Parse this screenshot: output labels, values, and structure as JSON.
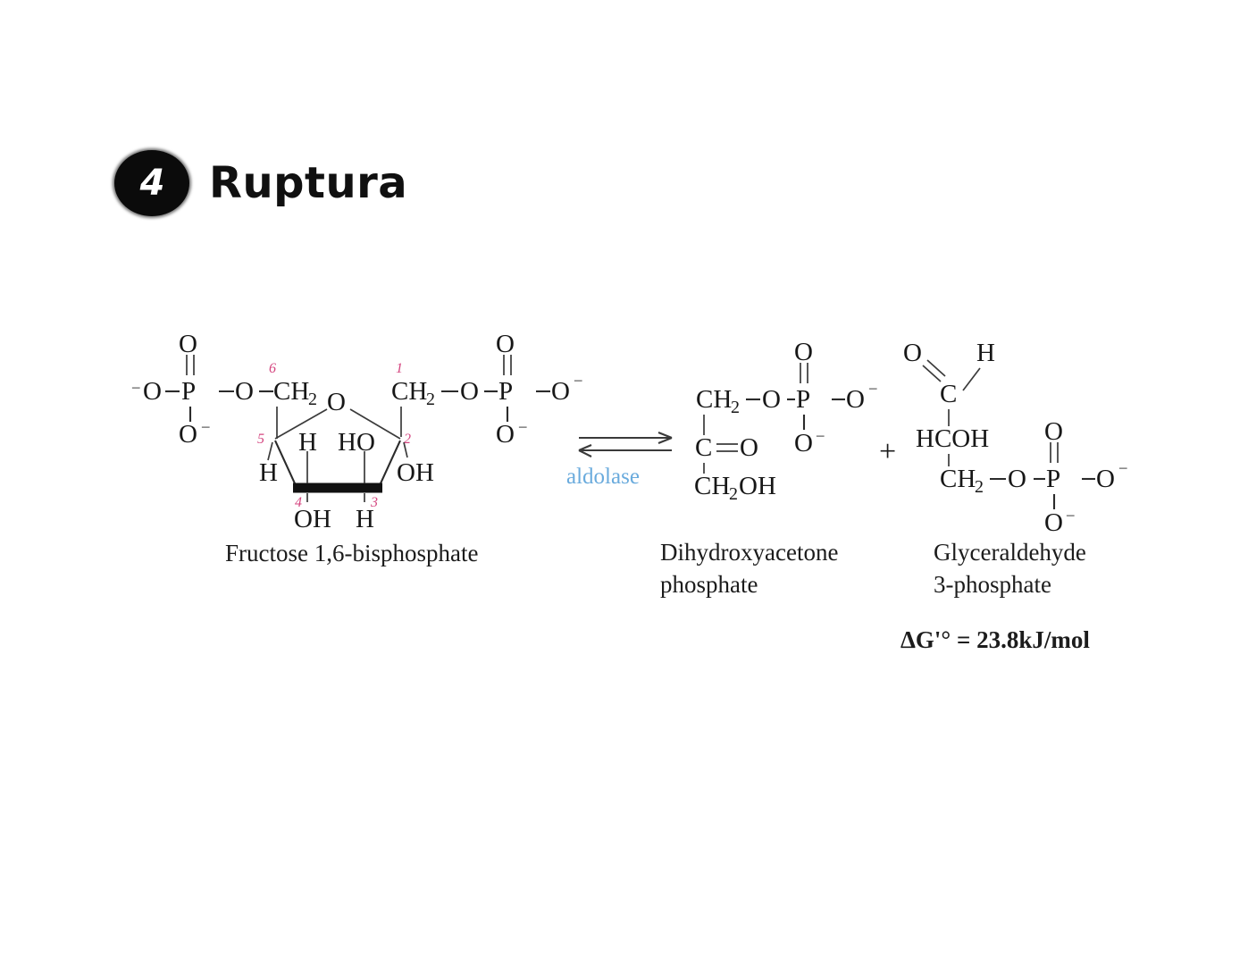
{
  "heading": {
    "step_number": "4",
    "title": "Ruptura"
  },
  "reaction": {
    "enzyme_label": "aldolase",
    "enzyme_color": "#6aabdd",
    "arrow_type": "reversible-double-arrow",
    "plus_sign": "+",
    "delta_g": {
      "symbol": "ΔG",
      "prime": "'°",
      "equals": "=",
      "value": "23.8kJ/mol",
      "full": "ΔG'° = 23.8kJ/mol"
    }
  },
  "compounds": {
    "substrate": {
      "name": "Fructose 1,6-bisphosphate",
      "ring_numbers": [
        "1",
        "2",
        "3",
        "4",
        "5",
        "6"
      ],
      "ring_number_color": "#d4457f",
      "atoms": {
        "p_left": "P",
        "p_right": "P",
        "o": "O",
        "o_minus": "O",
        "minus": "–",
        "ch2_c": "CH",
        "ch2_sub": "2",
        "h": "H",
        "ho": "HO",
        "oh": "OH",
        "ring_oxygen": "O"
      }
    },
    "dhap": {
      "name_line1": "Dihydroxyacetone",
      "name_line2": "phosphate",
      "atoms": {
        "ch2": "CH",
        "ch2_sub": "2",
        "o": "O",
        "p": "P",
        "c": "C",
        "ch2oh": "CH",
        "ch2oh_sub": "2",
        "ch2oh_tail": "OH",
        "minus": "–"
      }
    },
    "g3p": {
      "name_line1": "Glyceraldehyde",
      "name_line2": "3-phosphate",
      "atoms": {
        "o": "O",
        "h": "H",
        "c": "C",
        "hcoh": "HCOH",
        "ch2": "CH",
        "ch2_sub": "2",
        "p": "P",
        "minus": "–"
      }
    }
  }
}
